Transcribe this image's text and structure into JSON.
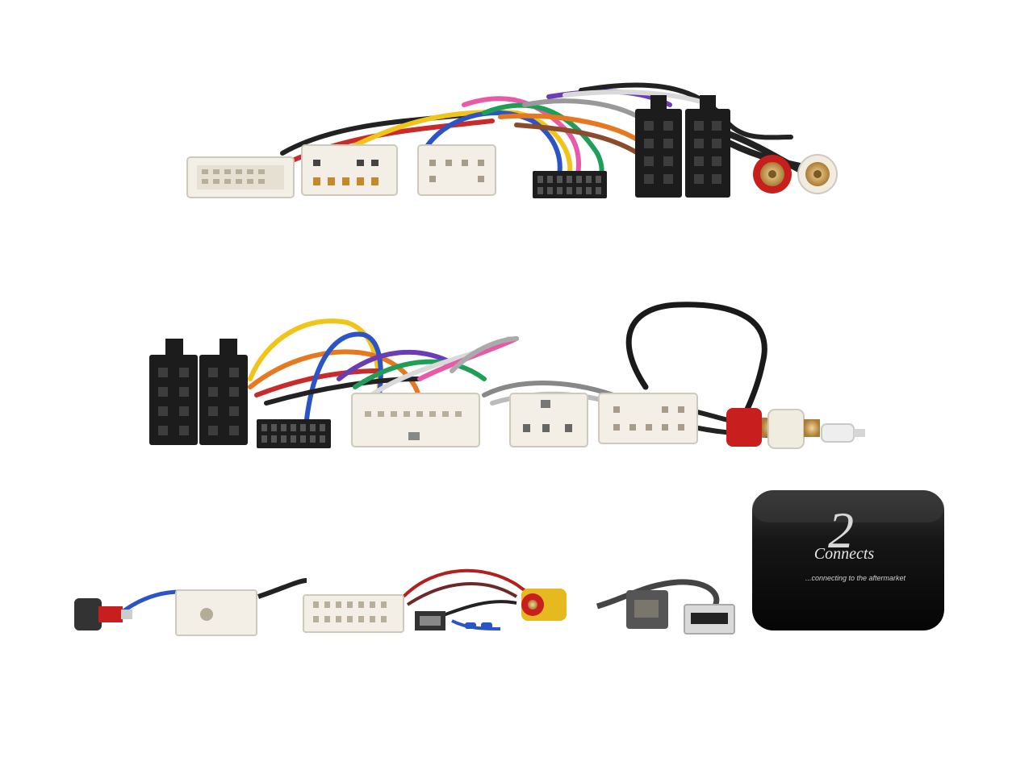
{
  "scene": {
    "description_items": [
      "iso-harness",
      "toyota-harness",
      "rca-connectors",
      "antenna-adapter",
      "usb-adapter",
      "interface-module"
    ]
  },
  "module": {
    "brand_logo_text": "Connects",
    "brand_number": "2",
    "tagline": "...connecting to the aftermarket"
  },
  "colors": {
    "background": "#ffffff",
    "connector_white": "#f1ede4",
    "connector_black": "#1c1c1c",
    "rca_red": "#c81e1e",
    "rca_gold": "#cfa55a",
    "module_body": "#151515"
  }
}
